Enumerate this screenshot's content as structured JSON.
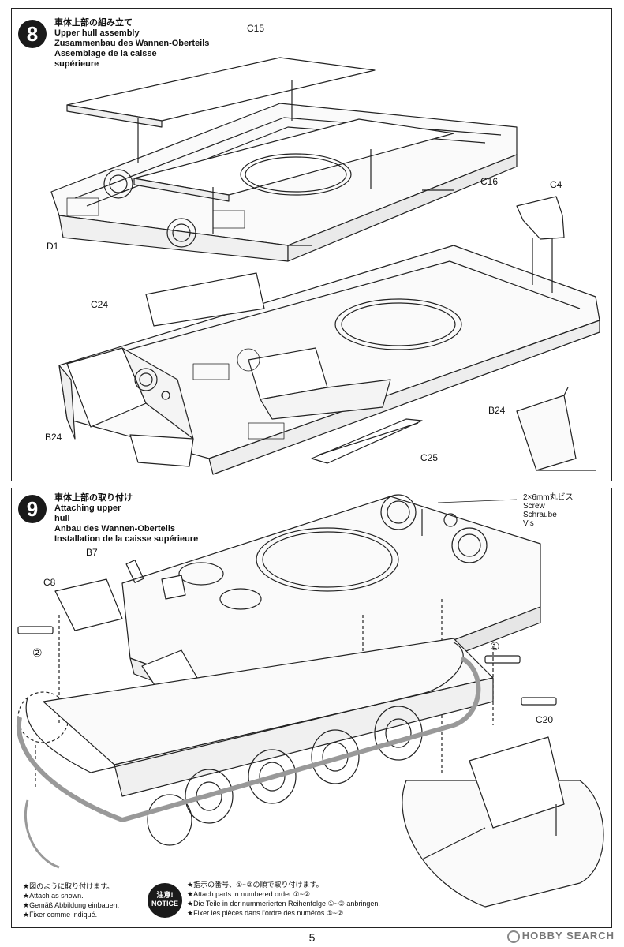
{
  "step8": {
    "number": "8",
    "title_lines": [
      "車体上部の組み立て",
      "Upper hull assembly",
      "Zusammenbau des Wannen-Oberteils",
      "Assemblage de la caisse",
      "supérieure"
    ],
    "labels": {
      "c15": "C15",
      "c16": "C16",
      "c4": "C4",
      "d1": "D1",
      "c24": "C24",
      "b24": "B24",
      "c25": "C25",
      "b24_detail": "B24"
    }
  },
  "step9": {
    "number": "9",
    "title_lines": [
      "車体上部の取り付け",
      "Attaching upper",
      "hull",
      "Anbau des Wannen-Oberteils",
      "Installation de la caisse supérieure"
    ],
    "screw_lines": [
      "2×6mm丸ビス",
      "Screw",
      "Schraube",
      "Vis"
    ],
    "labels": {
      "b7": "B7",
      "c8": "C8",
      "c20": "C20",
      "order1": "①",
      "order2": "②"
    },
    "notes_left": [
      "★図のように取り付けます。",
      "★Attach as shown.",
      "★Gemäß Abbildung einbauen.",
      "★Fixer comme indiqué."
    ],
    "notice_badge": [
      "注意!",
      "NOTICE"
    ],
    "notes_right": [
      "★指示の番号、①~②の順で取り付けます。",
      "★Attach parts in numbered order ①~②.",
      "★Die Teile in der nummerierten Reihenfolge ①~② anbringen.",
      "★Fixer les pièces dans l'ordre des numéros ①~②."
    ]
  },
  "page_number": "5",
  "watermark": "HOBBY SEARCH"
}
